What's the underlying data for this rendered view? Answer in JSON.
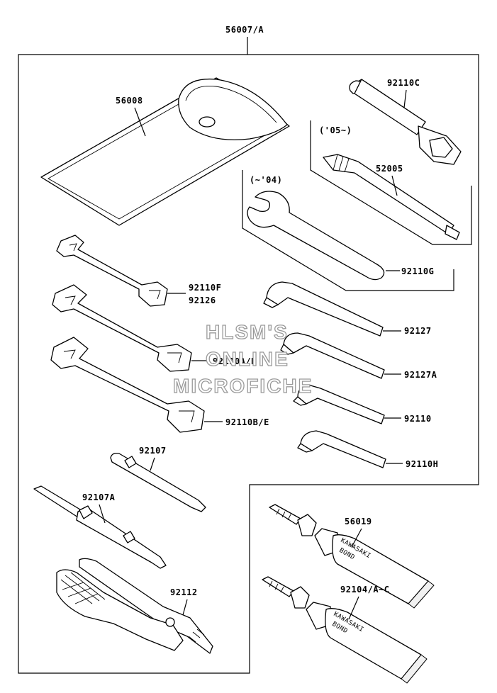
{
  "diagram": {
    "assembly_label": "56007/A",
    "parts": [
      {
        "id": "56008",
        "label": "56008"
      },
      {
        "id": "92110C",
        "label": "92110C"
      },
      {
        "id": "52005-note",
        "label": "('05~)"
      },
      {
        "id": "52005",
        "label": "52005"
      },
      {
        "id": "92110G-note",
        "label": "(~'04)"
      },
      {
        "id": "92110G",
        "label": "92110G"
      },
      {
        "id": "92110F",
        "label": "92110F"
      },
      {
        "id": "92126",
        "label": "92126"
      },
      {
        "id": "92127",
        "label": "92127"
      },
      {
        "id": "92110AD",
        "label": "92110A/D"
      },
      {
        "id": "92127A",
        "label": "92127A"
      },
      {
        "id": "92110",
        "label": "92110"
      },
      {
        "id": "92110BE",
        "label": "92110B/E"
      },
      {
        "id": "92107",
        "label": "92107"
      },
      {
        "id": "92110H",
        "label": "92110H"
      },
      {
        "id": "92107A",
        "label": "92107A"
      },
      {
        "id": "56019",
        "label": "56019"
      },
      {
        "id": "92112",
        "label": "92112"
      },
      {
        "id": "92104",
        "label": "92104/A~C"
      }
    ],
    "tube_print": [
      "KAWASAKI",
      "BOND"
    ],
    "watermark": [
      "HLSM'S",
      "ONLINE",
      "MICROFICHE"
    ]
  }
}
